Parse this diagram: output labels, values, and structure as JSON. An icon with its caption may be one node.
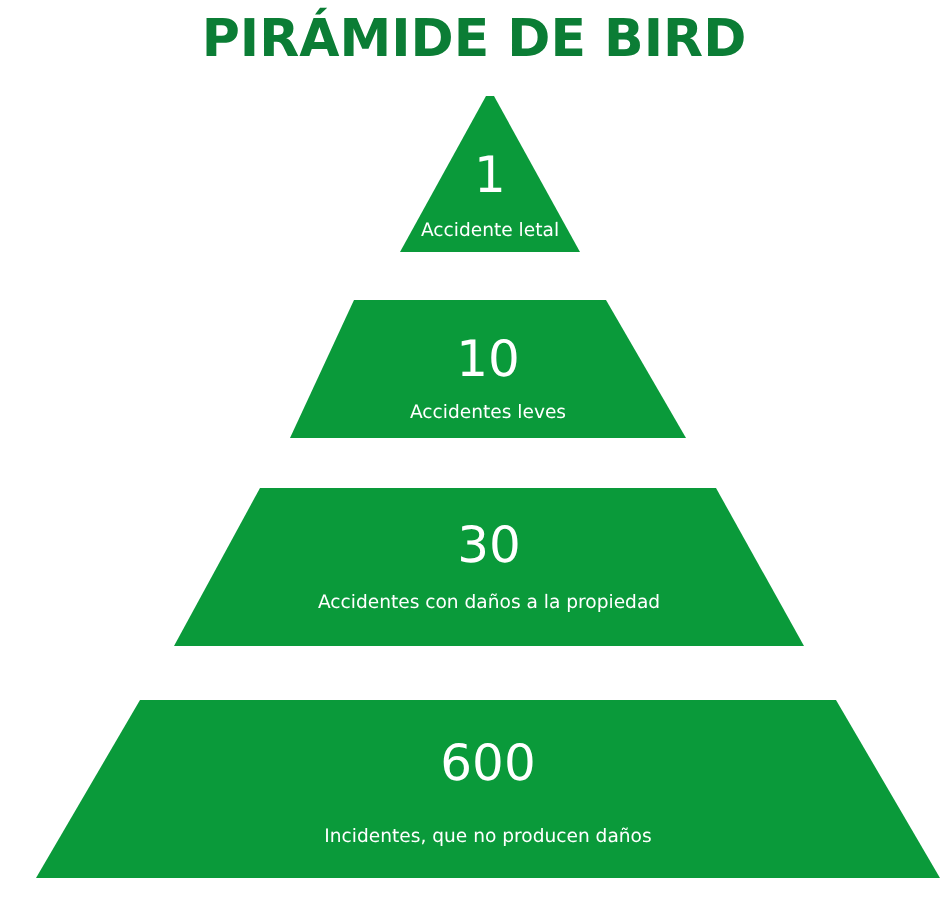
{
  "diagram": {
    "title": "PIRÁMIDE DE BIRD",
    "nodes": [
      {
        "text": [
          "1",
          "Accidente letal"
        ]
      },
      {
        "text": [
          "10",
          "Accidentes leves"
        ]
      },
      {
        "text": [
          "30",
          "Accidentes con daños a la propiedad"
        ]
      },
      {
        "text": [
          "600",
          "Incidentes, que no producen daños"
        ]
      }
    ]
  }
}
